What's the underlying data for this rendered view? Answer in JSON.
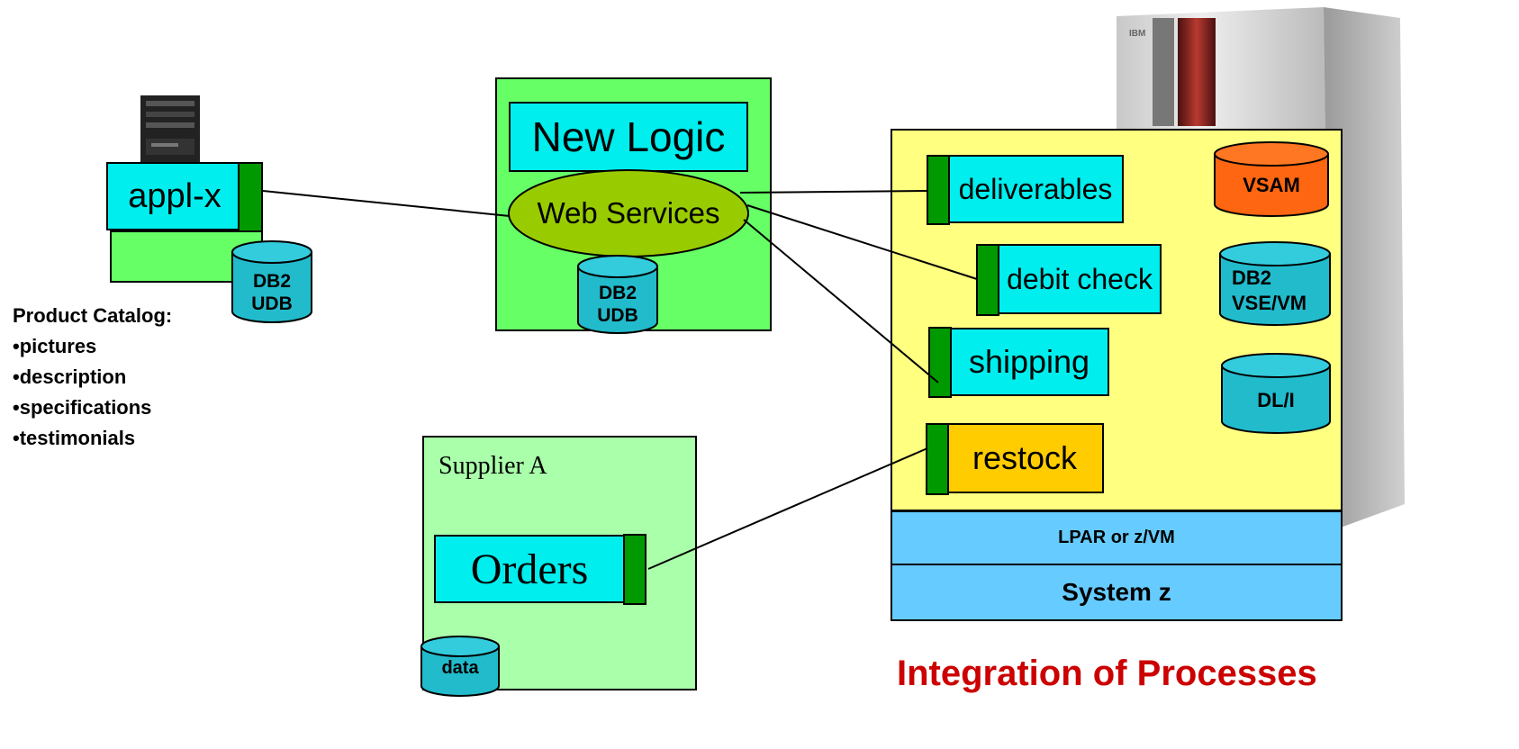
{
  "appl_x": {
    "label": "appl-x",
    "db_line1": "DB2",
    "db_line2": "UDB",
    "catalog_title": "Product Catalog:",
    "catalog_items": [
      "•pictures",
      "•description",
      "•specifications",
      "•testimonials"
    ]
  },
  "middleware": {
    "new_logic": "New Logic",
    "web_services": "Web Services",
    "db_line1": "DB2",
    "db_line2": "UDB"
  },
  "supplier": {
    "title": "Supplier A",
    "orders": "Orders",
    "db_label": "data"
  },
  "system_z": {
    "server_brand": "IBM",
    "processes": [
      "deliverables",
      "debit check",
      "shipping",
      "restock"
    ],
    "vsam": "VSAM",
    "db2_line1": "DB2",
    "db2_line2": "VSE/VM",
    "dli": "DL/I",
    "lpar": "LPAR or z/VM",
    "system": "System z"
  },
  "caption": "Integration of Processes",
  "colors": {
    "box_green": "#66ff66",
    "supplier_green": "#aaffaa",
    "cyan": "#00eeee",
    "tab_green": "#009900",
    "oval": "#99cc00",
    "yellow": "#ffff80",
    "restock": "#ffcc00",
    "vsam": "#ff6611",
    "db_blue": "#22bbcc",
    "lpar_blue": "#66ccff",
    "caption_red": "#cc0000"
  }
}
